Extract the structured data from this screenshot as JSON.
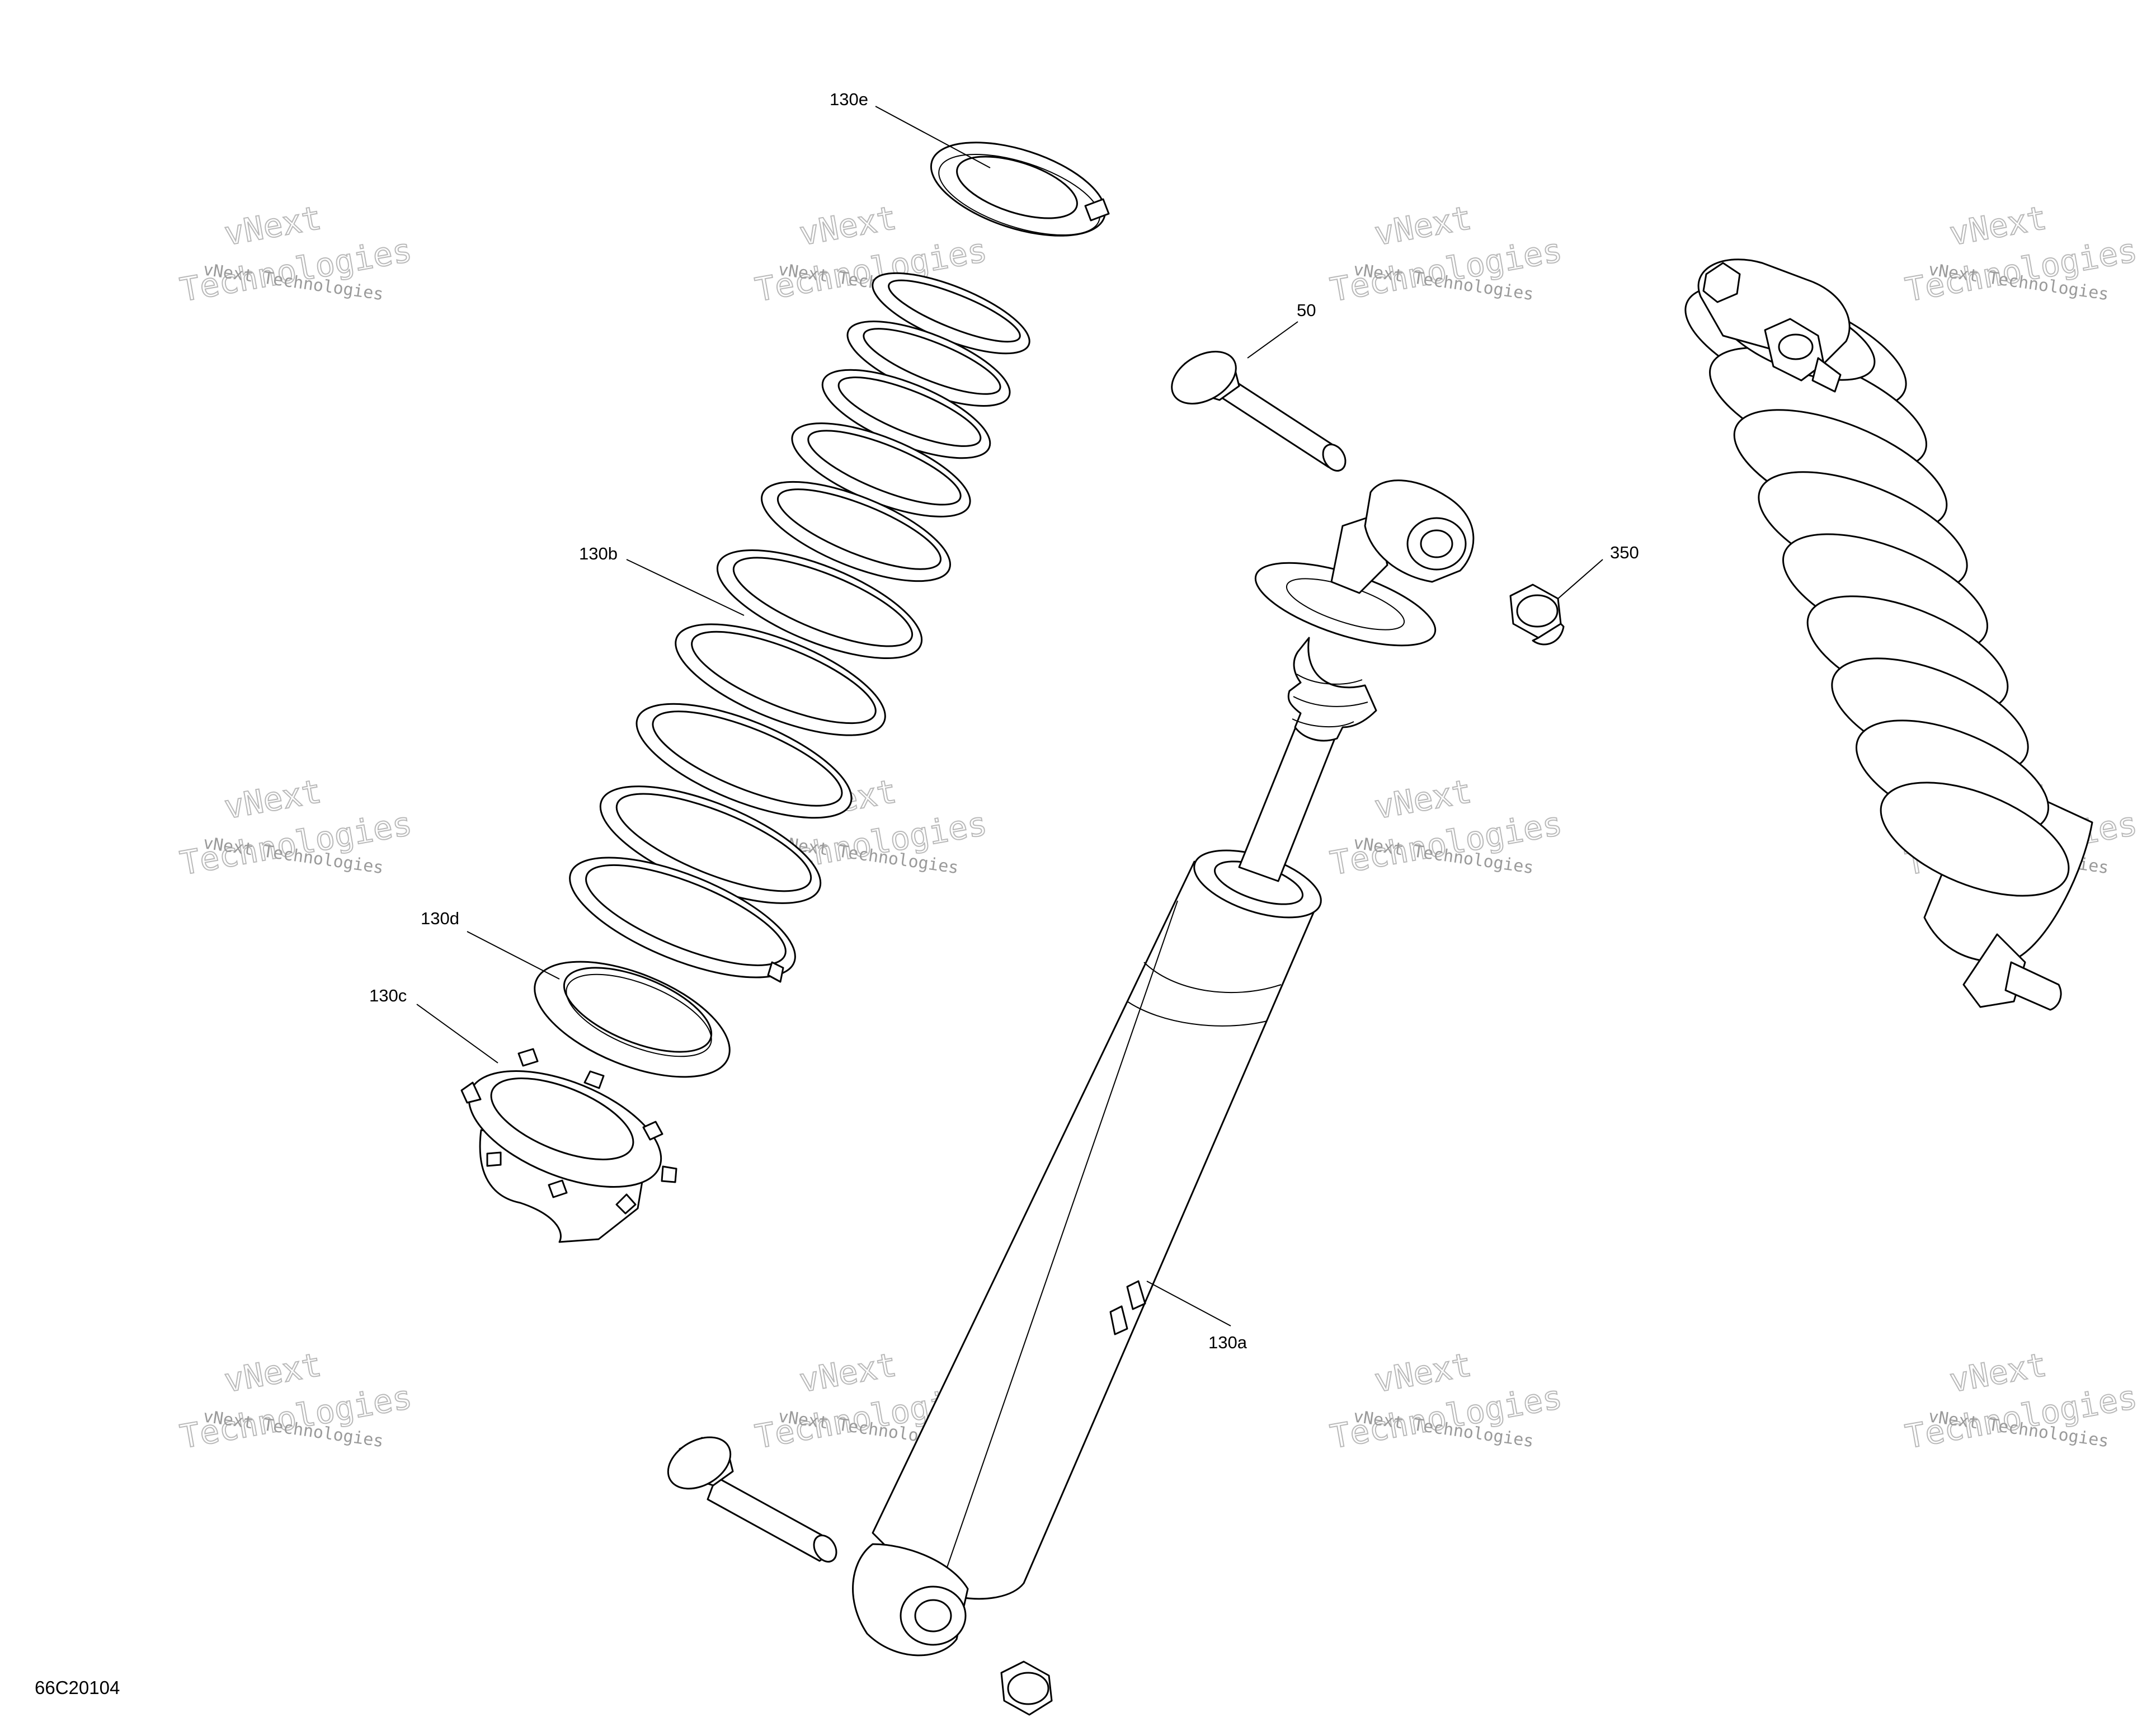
{
  "diagram": {
    "drawing_id": "66C20104",
    "watermark": {
      "line1": "vNext",
      "line2": "Technologies",
      "full": "vNext Technologies"
    },
    "callouts": [
      {
        "id": "callout-130e",
        "text": "130e"
      },
      {
        "id": "callout-130b",
        "text": "130b"
      },
      {
        "id": "callout-130d",
        "text": "130d"
      },
      {
        "id": "callout-130c",
        "text": "130c"
      },
      {
        "id": "callout-50",
        "text": "50"
      },
      {
        "id": "callout-350",
        "text": "350"
      },
      {
        "id": "callout-130a",
        "text": "130a"
      }
    ]
  }
}
